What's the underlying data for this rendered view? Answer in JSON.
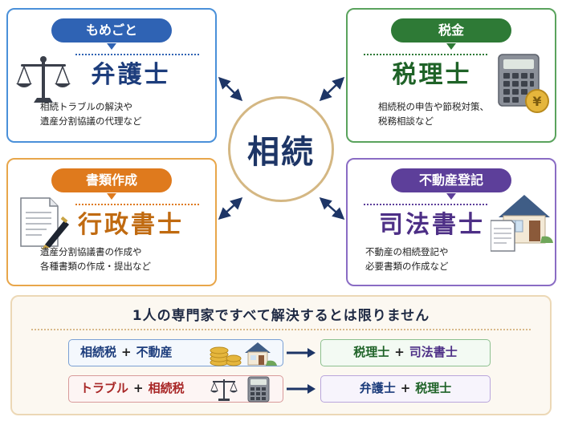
{
  "center": {
    "label": "相続"
  },
  "cards": {
    "lawyer": {
      "pill": "もめごと",
      "title": "弁護士",
      "desc1": "相続トラブルの解決や",
      "desc2": "遺産分割協議の代理など"
    },
    "tax": {
      "pill": "税金",
      "title": "税理士",
      "desc1": "相続税の申告や節税対策、",
      "desc2": "税務相談など"
    },
    "gyosei": {
      "pill": "書類作成",
      "title": "行政書士",
      "desc1": "遺産分割協議書の作成や",
      "desc2": "各種書類の作成・提出など"
    },
    "shiho": {
      "pill": "不動産登記",
      "title": "司法書士",
      "desc1": "不動産の相続登記や",
      "desc2": "必要書類の作成など"
    }
  },
  "bottom": {
    "heading": "1人の専門家ですべて解決するとは限りません",
    "rows": [
      {
        "left_a": "相続税",
        "left_b": "不動産",
        "right_a": "税理士",
        "right_b": "司法書士"
      },
      {
        "left_a": "トラブル",
        "left_b": "相続税",
        "right_a": "弁護士",
        "right_b": "税理士"
      }
    ],
    "plus": "+"
  },
  "icons": {
    "lawyer": "scales-of-justice-icon",
    "tax": "calculator-with-yen-coin-icon",
    "gyosei": "document-and-fountain-pen-icon",
    "shiho": "house-with-document-icon",
    "arrow": "right-arrow-icon"
  },
  "colors": {
    "lawyer": "#2f63b4",
    "tax": "#2e7a36",
    "gyosei": "#df7a1d",
    "shiho": "#5d3f9a",
    "center_border": "#d4b783",
    "navy": "#1d3566"
  }
}
